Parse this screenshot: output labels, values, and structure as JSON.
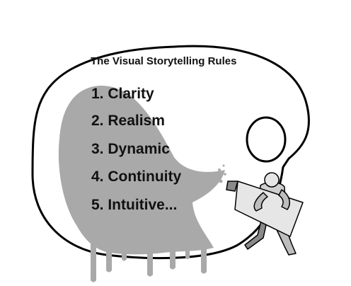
{
  "diagram": {
    "title": "The Visual Storytelling Rules",
    "rules": [
      "1. Clarity",
      "2. Realism",
      "3. Dynamic",
      "4. Continuity",
      "5. Intuitive..."
    ]
  },
  "colors": {
    "paint": "#a9a9a9",
    "outline": "#000000",
    "figure_light": "#e6e6e6",
    "figure_dark": "#8a8a8a"
  }
}
